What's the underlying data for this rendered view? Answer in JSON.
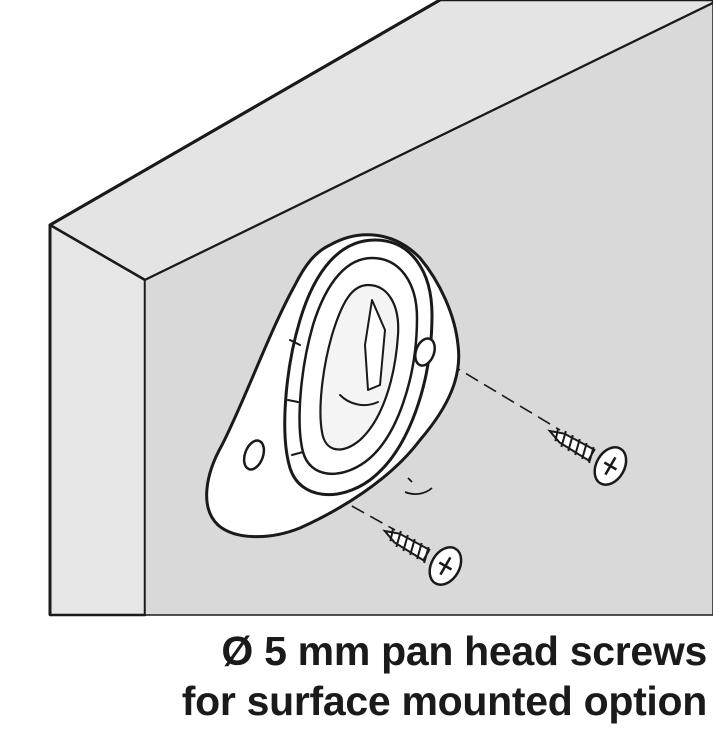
{
  "caption": {
    "line1": "Ø 5 mm pan head screws",
    "line2": "for surface mounted option"
  },
  "colors": {
    "panel_face": "#d9d9d9",
    "panel_edge": "#e4e4e4",
    "fitting": "#ffffff",
    "line": "#1a1a1a",
    "background": "#ffffff"
  },
  "components": [
    "panel",
    "oval-hanging-bracket",
    "screw",
    "screw"
  ]
}
